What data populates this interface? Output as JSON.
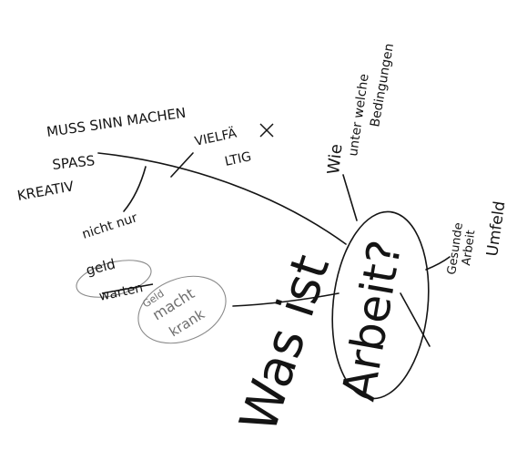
{
  "center": {
    "line1": "Was ist",
    "line2": "Arbeit?"
  },
  "branches": {
    "muss_sinn_machen": "MUSS SINN MACHEN",
    "spass": "SPASS",
    "kreativ": "KREATIV",
    "vielfaeltig_1": "VIELFÄ",
    "vielfaeltig_2": "LTIG",
    "nicht_nur": "nicht nur",
    "geld": "geld",
    "warten": "warten",
    "geld_macht_krank_1": "Geld",
    "geld_macht_krank_2": "macht",
    "geld_macht_krank_3": "krank",
    "wie": "Wie",
    "bedingungen_1": "unter welche",
    "bedingungen_2": "Bedingungen",
    "umfeld_1": "Gesunde",
    "umfeld_2": "Arbeit",
    "umfeld_3": "Umfeld"
  },
  "colors": {
    "ink": "#141414",
    "pencil": "#8a8a8a"
  }
}
